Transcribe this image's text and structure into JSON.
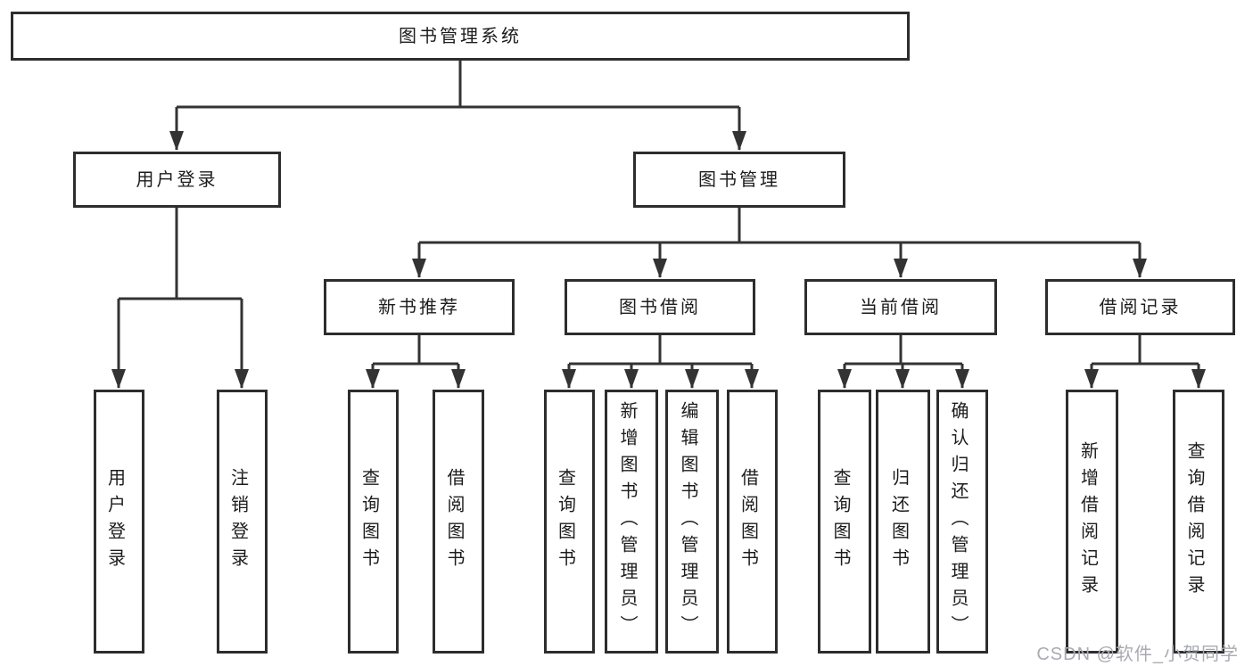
{
  "diagram": {
    "root": {
      "label": "图书管理系统",
      "children": [
        {
          "label": "用户登录",
          "children": [
            {
              "label": "用户登录"
            },
            {
              "label": "注销登录"
            }
          ]
        },
        {
          "label": "图书管理",
          "children": [
            {
              "label": "新书推荐",
              "children": [
                {
                  "label": "查询图书"
                },
                {
                  "label": "借阅图书"
                }
              ]
            },
            {
              "label": "图书借阅",
              "children": [
                {
                  "label": "查询图书"
                },
                {
                  "label": "新增图书（管理员）"
                },
                {
                  "label": "编辑图书（管理员）"
                },
                {
                  "label": "借阅图书"
                }
              ]
            },
            {
              "label": "当前借阅",
              "children": [
                {
                  "label": "查询图书"
                },
                {
                  "label": "归还图书"
                },
                {
                  "label": "确认归还（管理员）"
                }
              ]
            },
            {
              "label": "借阅记录",
              "children": [
                {
                  "label": "新增借阅记录"
                },
                {
                  "label": "查询借阅记录"
                }
              ]
            }
          ]
        }
      ]
    }
  },
  "watermark": {
    "text": "CSDN @软件_小贺同学"
  },
  "colors": {
    "line": "#333333",
    "border": "#2d2d2d",
    "boxbg": "#ffffff",
    "text": "#1c1c1c",
    "watermark": "#a9aab2"
  }
}
